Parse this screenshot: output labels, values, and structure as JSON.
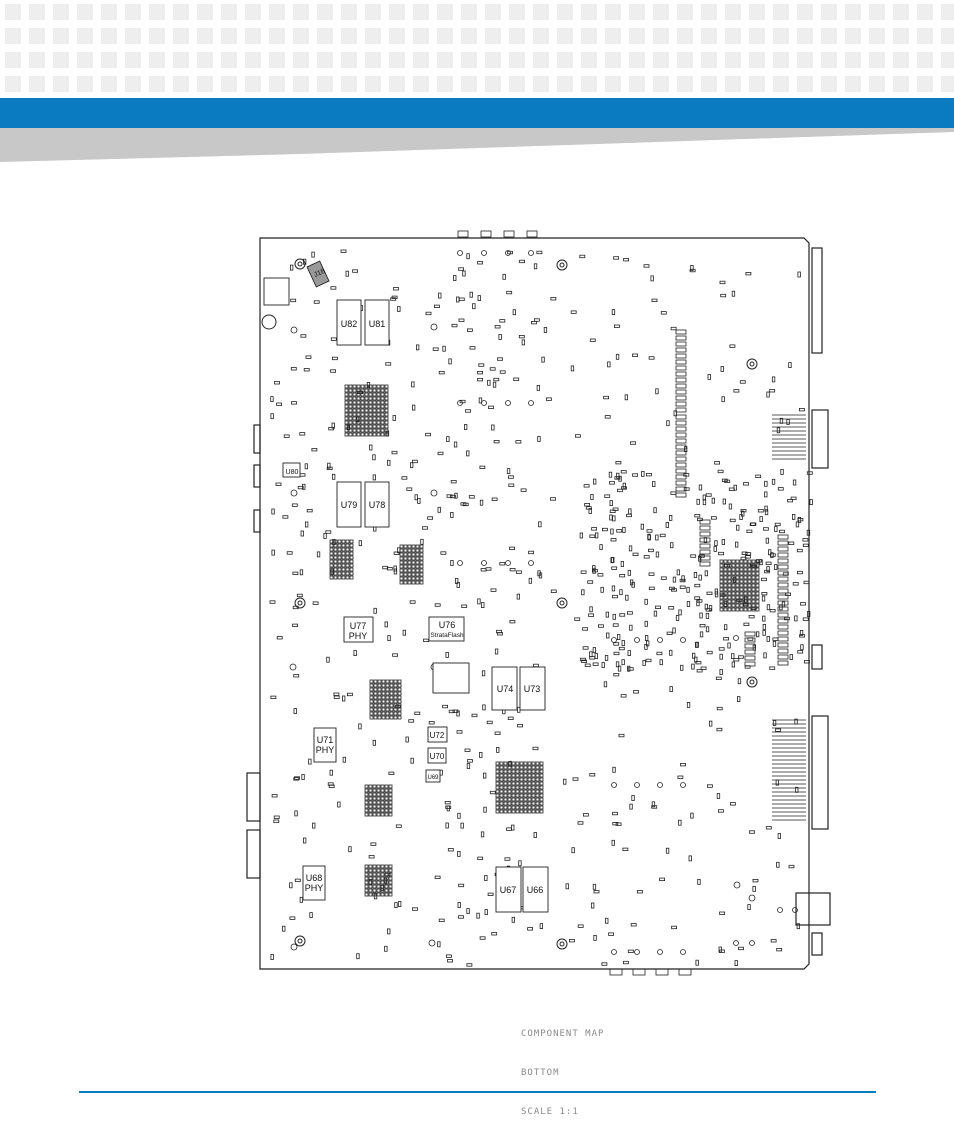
{
  "header": {
    "dot_color": "#eeeeee",
    "bar_color": "#0a7bc1",
    "band_color": "#c8c8c8"
  },
  "board": {
    "outline_color": "#222222",
    "components": {
      "u82": "U82",
      "u81": "U81",
      "u80": "U80",
      "u79": "U79",
      "u78": "U78",
      "u77": "U77",
      "u77_sub": "PHY",
      "u76": "U76",
      "u76_sub": "StrataFlash",
      "u74": "U74",
      "u73": "U73",
      "u72": "U72",
      "u71": "U71",
      "u71_sub": "PHY",
      "u70": "U70",
      "u69": "U69",
      "u68": "U68",
      "u68_sub": "PHY",
      "u67": "U67",
      "u66": "U66",
      "j18": "J18"
    }
  },
  "caption": {
    "line1": "COMPONENT MAP",
    "line2": "BOTTOM",
    "line3": "SCALE 1:1"
  },
  "footer": {
    "rule_color": "#0a7bc1"
  }
}
